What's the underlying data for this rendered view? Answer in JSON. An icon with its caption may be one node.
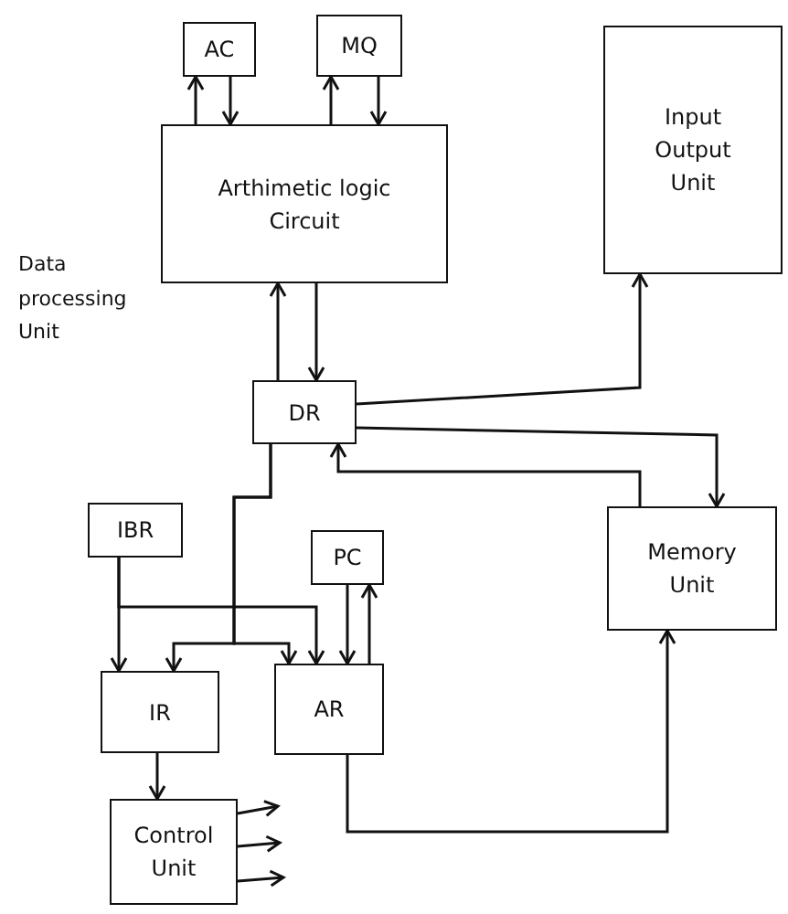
{
  "diagram": {
    "nodes": [
      {
        "text": [
          "AC"
        ]
      },
      {
        "text": [
          "MQ"
        ]
      },
      {
        "text": [
          "Arthimetic logic Circuit"
        ]
      },
      {
        "text": [
          "Input Output Unit"
        ]
      },
      {
        "text": [
          "DR"
        ]
      },
      {
        "text": [
          "IBR"
        ]
      },
      {
        "text": [
          "PC"
        ]
      },
      {
        "text": [
          "Memory Unit"
        ]
      },
      {
        "text": [
          "IR"
        ]
      },
      {
        "text": [
          "AR"
        ]
      },
      {
        "text": [
          "Control Unit"
        ]
      }
    ],
    "edges": [
      {
        "from": 2,
        "to": 0,
        "arrow": "to"
      },
      {
        "from": 0,
        "to": 2,
        "arrow": "to"
      },
      {
        "from": 2,
        "to": 1,
        "arrow": "to"
      },
      {
        "from": 1,
        "to": 2,
        "arrow": "to"
      },
      {
        "from": 4,
        "to": 2,
        "arrow": "to"
      },
      {
        "from": 2,
        "to": 4,
        "arrow": "to"
      },
      {
        "from": 4,
        "to": 3,
        "arrow": "to"
      },
      {
        "from": 4,
        "to": 7,
        "arrow": "to"
      },
      {
        "from": 7,
        "to": 4,
        "arrow": "to"
      },
      {
        "from": 4,
        "to": 8,
        "arrow": "to"
      },
      {
        "from": 4,
        "to": 9,
        "arrow": "to"
      },
      {
        "from": 5,
        "to": 8,
        "arrow": "to"
      },
      {
        "from": 5,
        "to": 9,
        "arrow": "to"
      },
      {
        "from": 6,
        "to": 9,
        "arrow": "to"
      },
      {
        "from": 9,
        "to": 6,
        "arrow": "to"
      },
      {
        "from": 8,
        "to": 10,
        "arrow": "to"
      },
      {
        "from": 9,
        "to": 7,
        "arrow": "to"
      },
      {
        "from": 10,
        "to": null,
        "arrow": "to"
      },
      {
        "from": 10,
        "to": null,
        "arrow": "to"
      },
      {
        "from": 10,
        "to": null,
        "arrow": "to"
      }
    ],
    "labels": [
      "Data processing Unit"
    ]
  }
}
